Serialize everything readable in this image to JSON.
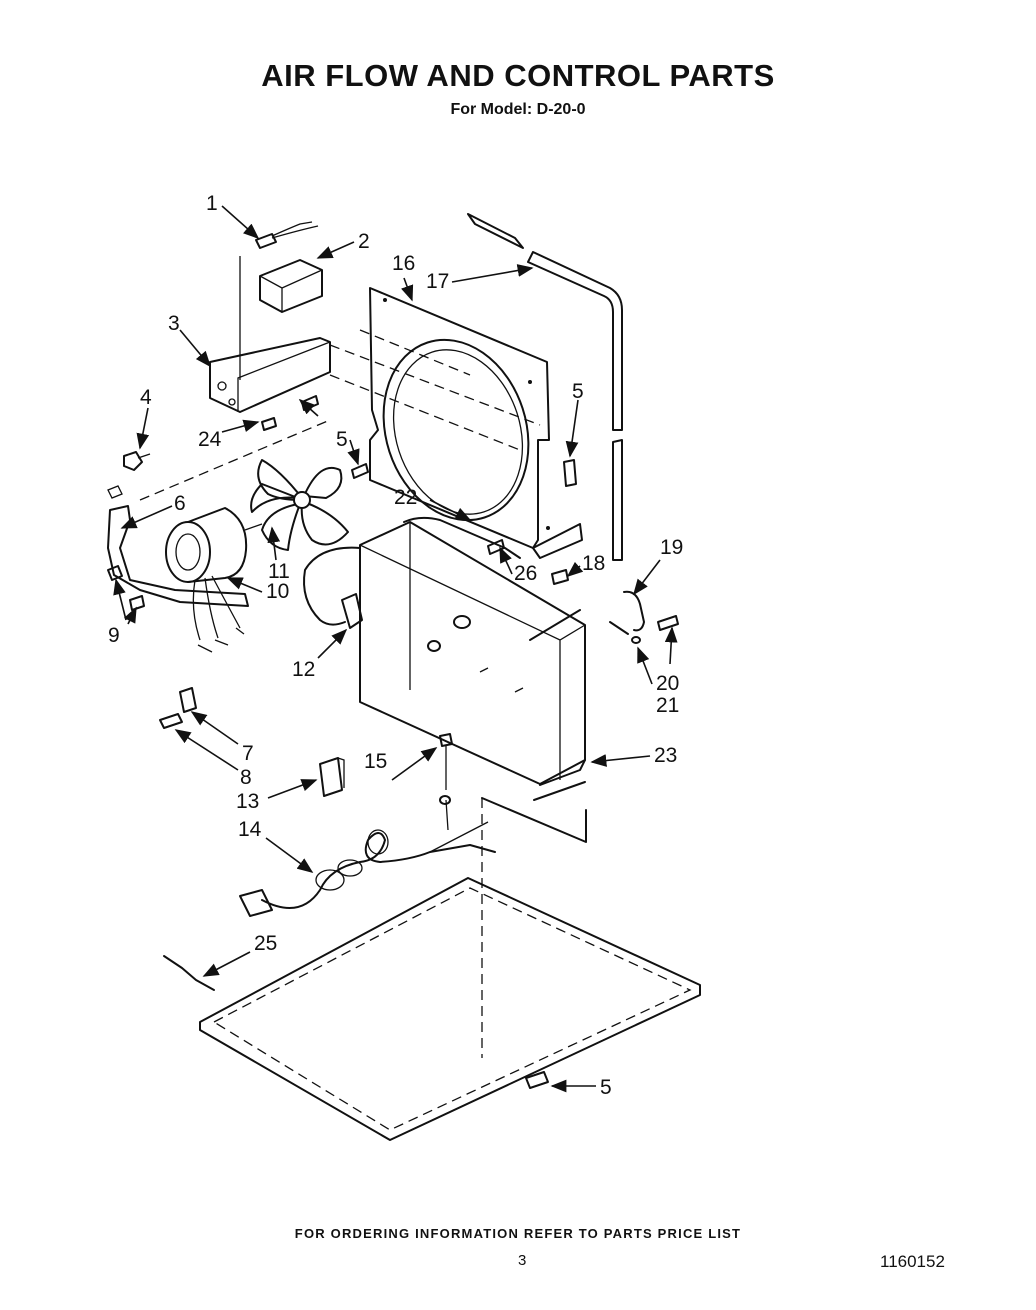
{
  "header": {
    "title": "AIR FLOW AND CONTROL PARTS",
    "subtitle": "For Model: D-20-0"
  },
  "footer": {
    "note": "FOR ORDERING INFORMATION REFER TO PARTS PRICE LIST",
    "page_number": "3",
    "document_number": "1160152"
  },
  "callouts": [
    "1",
    "2",
    "3",
    "4",
    "24",
    "16",
    "17",
    "5",
    "5",
    "6",
    "22",
    "26",
    "18",
    "11",
    "10",
    "9",
    "19",
    "12",
    "20",
    "21",
    "7",
    "8",
    "15",
    "23",
    "13",
    "14",
    "25",
    "5"
  ]
}
